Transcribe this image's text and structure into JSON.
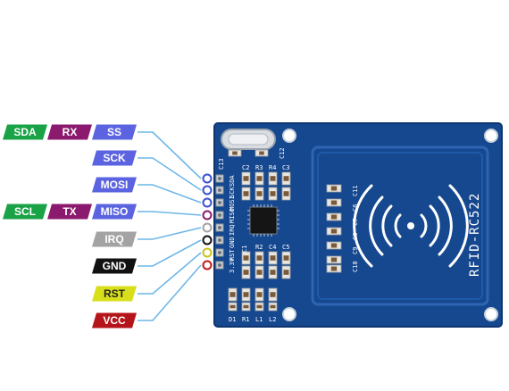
{
  "pin_rows": [
    {
      "tags": [
        {
          "text": "SDA",
          "bg": "#1aa246",
          "fg": "#ffffff"
        },
        {
          "text": "RX",
          "bg": "#8b1a6e",
          "fg": "#ffffff"
        },
        {
          "text": "SS",
          "bg": "#5b63e0",
          "fg": "#ffffff"
        }
      ],
      "wire": "#6db7e8",
      "ring": "#3a4fd0"
    },
    {
      "tags": [
        {
          "text": "SCK",
          "bg": "#5b63e0",
          "fg": "#ffffff"
        }
      ],
      "wire": "#6db7e8",
      "ring": "#3a4fd0"
    },
    {
      "tags": [
        {
          "text": "MOSI",
          "bg": "#5b63e0",
          "fg": "#ffffff"
        }
      ],
      "wire": "#6db7e8",
      "ring": "#3a4fd0"
    },
    {
      "tags": [
        {
          "text": "SCL",
          "bg": "#1aa246",
          "fg": "#ffffff"
        },
        {
          "text": "TX",
          "bg": "#8b1a6e",
          "fg": "#ffffff"
        },
        {
          "text": "MISO",
          "bg": "#5b63e0",
          "fg": "#ffffff"
        }
      ],
      "wire": "#6db7e8",
      "ring": "#8b1a6e"
    },
    {
      "tags": [
        {
          "text": "IRQ",
          "bg": "#a3a3a3",
          "fg": "#ffffff"
        }
      ],
      "wire": "#6db7e8",
      "ring": "#a3a3a3"
    },
    {
      "tags": [
        {
          "text": "GND",
          "bg": "#111111",
          "fg": "#ffffff"
        }
      ],
      "wire": "#6db7e8",
      "ring": "#111111"
    },
    {
      "tags": [
        {
          "text": "RST",
          "bg": "#d8df1a",
          "fg": "#222222"
        }
      ],
      "wire": "#6db7e8",
      "ring": "#c9c21a"
    },
    {
      "tags": [
        {
          "text": "VCC",
          "bg": "#b5151a",
          "fg": "#ffffff"
        }
      ],
      "wire": "#6db7e8",
      "ring": "#c01a1a"
    }
  ],
  "board": {
    "color": "#16488f",
    "model": "RFID-RC522",
    "header_labels": [
      "SDA",
      "SCK",
      "MOSI",
      "MISO",
      "IRQ",
      "GND",
      "RST",
      "3.3V"
    ],
    "component_labels": {
      "c13": "C13",
      "c2": "C2",
      "r3": "R3",
      "r4": "R4",
      "c3": "C3",
      "c1": "C1",
      "r2": "R2",
      "c4": "C4",
      "c5": "C5",
      "d1": "D1",
      "r1": "R1",
      "l1": "L1",
      "l2": "L2",
      "c11": "C11",
      "c6": "C6",
      "c7": "C7",
      "c8": "C8",
      "c9": "C9",
      "c10": "C10",
      "c12": "C12"
    }
  }
}
